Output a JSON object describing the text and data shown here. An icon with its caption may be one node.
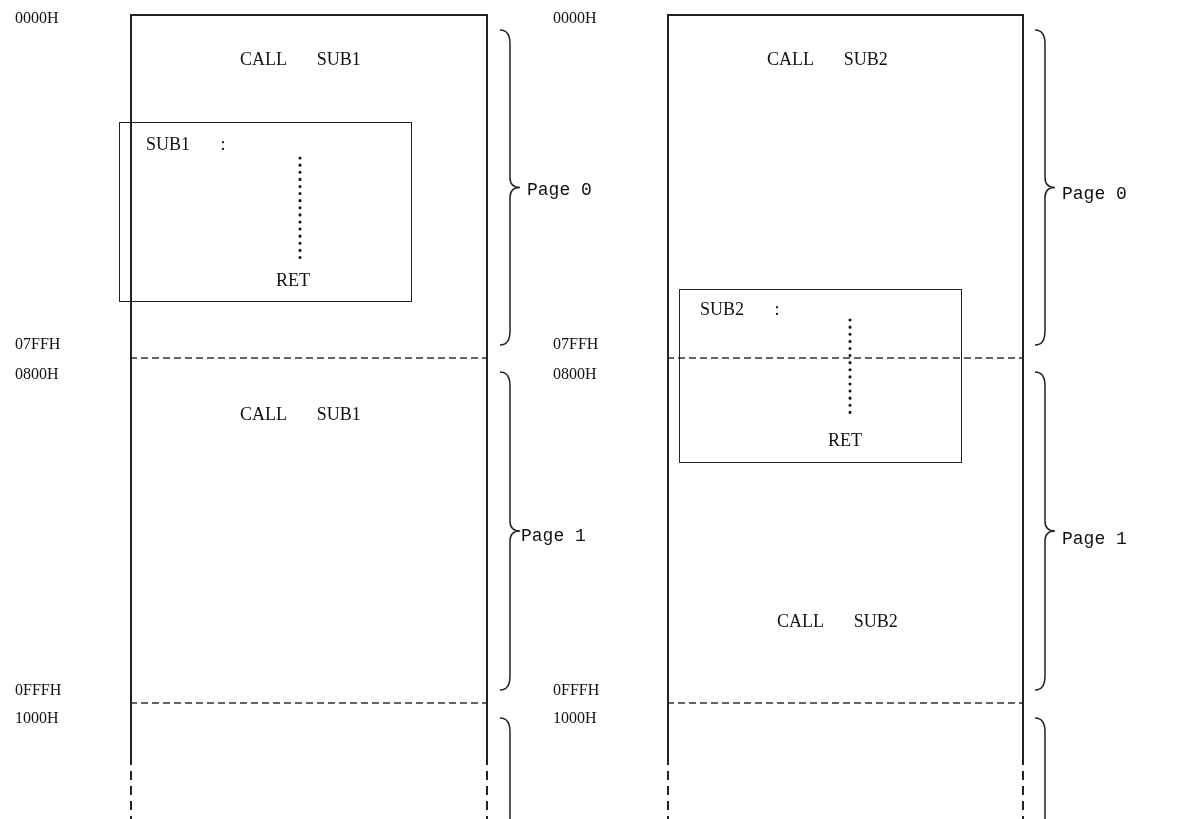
{
  "diagram": {
    "nodes": [
      {
        "text": [
          "CALL SUB1",
          "CALL SUB1"
        ]
      },
      {
        "text": [
          "SUB1 :",
          "RET"
        ],
        "in": 0
      },
      {
        "text": [
          "CALL SUB2",
          "CALL SUB2"
        ]
      },
      {
        "text": [
          "SUB2 :",
          "RET"
        ],
        "in": 2
      }
    ],
    "edges": [],
    "labels": [
      "0000H",
      "0000H",
      "Page 0",
      "Page 0",
      "07FFH",
      "0800H",
      "07FFH",
      "0800H",
      "Page 1",
      "Page 1",
      "0FFFH",
      "1000H",
      "0FFFH",
      "1000H"
    ]
  }
}
